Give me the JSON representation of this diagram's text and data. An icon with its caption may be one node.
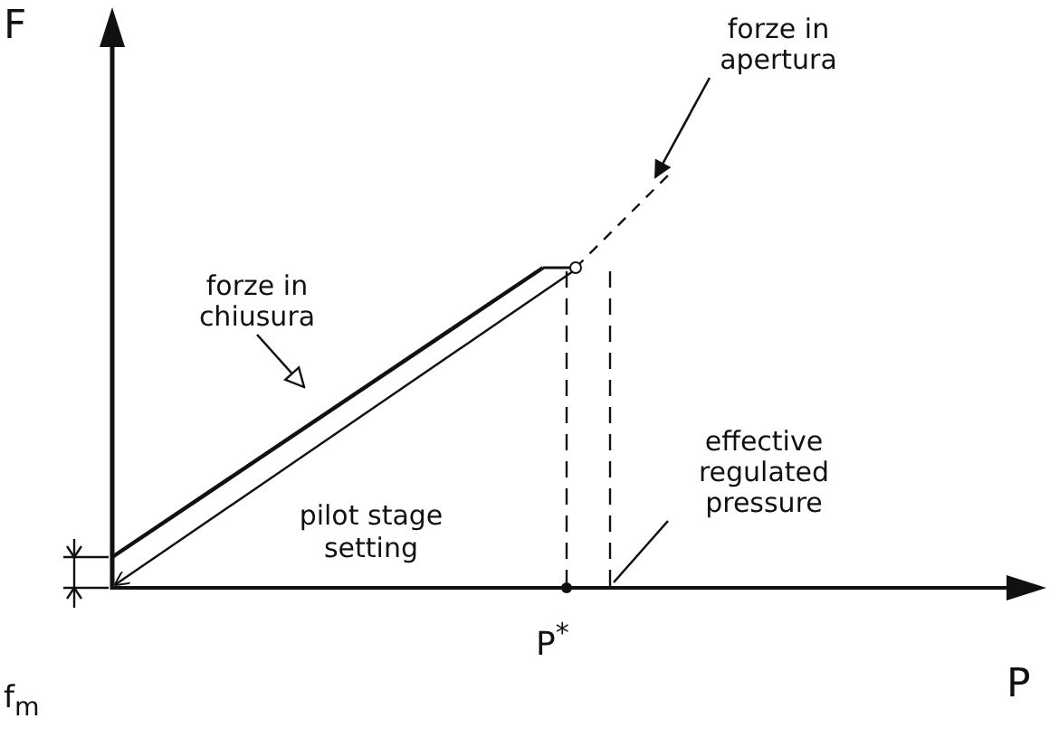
{
  "diagram": {
    "nodes": [
      {
        "text": [
          "forze in apertura"
        ]
      },
      {
        "text": [
          "forze in chiusura"
        ]
      },
      {
        "text": [
          "effective regulated pressure"
        ]
      }
    ],
    "edges": [
      {
        "from": 0,
        "to": null,
        "arrow": "to"
      },
      {
        "from": 1,
        "to": null,
        "arrow": "to"
      },
      {
        "from": 2,
        "to": null,
        "arrow": "none"
      }
    ],
    "labels": [
      "F",
      "pilot stage setting",
      "f$_{m}$",
      "P$^{*}$",
      "P"
    ]
  }
}
